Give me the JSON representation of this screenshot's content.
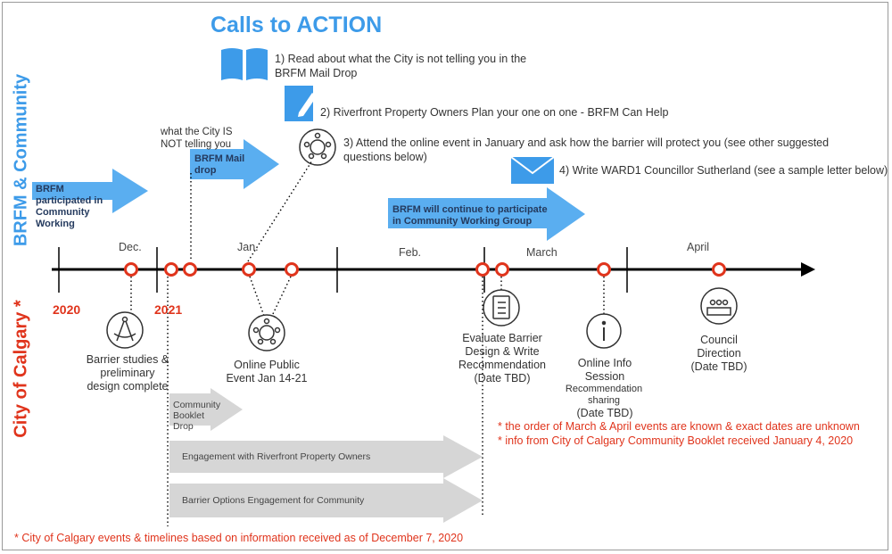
{
  "title": "Calls to ACTION",
  "side_labels": {
    "community": "BRFM & Community",
    "city": "City of Calgary *"
  },
  "calls": [
    "1) Read about what the City is not telling you in the BRFM Mail Drop",
    "2) Riverfront Property Owners Plan your one on one - BRFM Can Help",
    "3) Attend the online event in January  and ask how the barrier will protect you (see other suggested questions below)",
    "4) Write WARD1 Councillor Sutherland (see a sample letter below)"
  ],
  "community_arrows": {
    "participated": "BRFM participated in Community Working",
    "mail_drop": "BRFM Mail drop",
    "mail_drop_note": "what the City IS NOT telling you",
    "continue": "BRFM will continue to participate in Community Working Group"
  },
  "months": {
    "dec": "Dec.",
    "jan": "Jan.",
    "feb": "Feb.",
    "march": "March",
    "april": "April"
  },
  "years": {
    "y2020": "2020",
    "y2021": "2021"
  },
  "events": {
    "barrier_studies": "Barrier studies & preliminary design complete",
    "online_public": "Online Public Event Jan 14-21",
    "evaluate": "Evaluate Barrier Design & Write Recommendation (Date TBD)",
    "info_session": "Online Info Session",
    "info_session_sub": "Recommendation sharing",
    "info_session_date": "(Date TBD)",
    "council": "Council Direction (Date TBD)"
  },
  "grey_arrows": {
    "booklet": "Community Booklet Drop",
    "engagement_owners": "Engagement with Riverfront Property Owners",
    "barrier_options": "Barrier Options Engagement for Community"
  },
  "notes": {
    "order": "* the order of March & April events are known & exact dates are unknown",
    "booklet_info": "* info from City of Calgary Community Booklet received January 4, 2020",
    "footer": "* City of Calgary events & timelines based on information received as of December 7, 2020"
  },
  "colors": {
    "blue": "#3d9be9",
    "red": "#e0341c",
    "arrow_blue": "#5aaef0",
    "grey": "#d6d6d6"
  },
  "icons": [
    "book-icon",
    "document-pen-icon",
    "group-meeting-icon",
    "envelope-icon",
    "compass-icon",
    "checklist-icon",
    "info-icon",
    "council-icon"
  ]
}
